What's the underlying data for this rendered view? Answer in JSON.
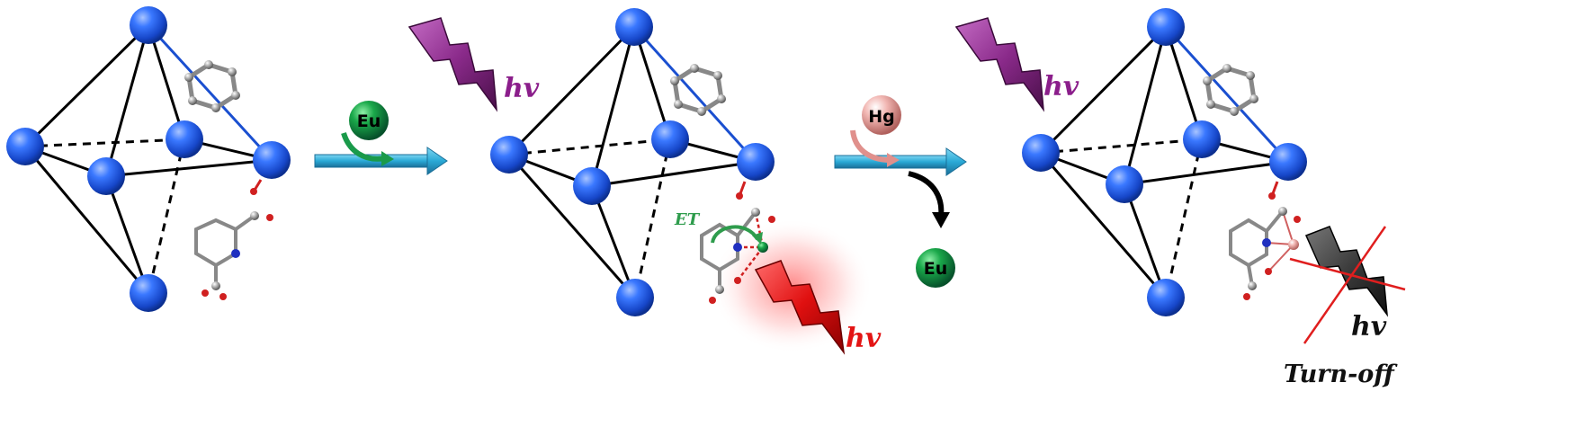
{
  "labels": {
    "hv_1": "hv",
    "hv_2": "hv",
    "hv_3": "hv",
    "hv_4": "hv",
    "et": "ET",
    "eu_in": "Eu",
    "hg_in": "Hg",
    "eu_out": "Eu",
    "turn_off": "Turn-off"
  },
  "colors": {
    "node_blue": "#1f5fe0",
    "bond_black": "#000000",
    "arrow_cyan": "#2aa9d6",
    "bolt_purple": "#8a2a8a",
    "bolt_red": "#e01010",
    "bolt_gray": "#3c3c3c",
    "eu_green": "#0f8a3a",
    "hg_pink": "#e6a2a0",
    "hv_purple": "#8b1e8b",
    "hv_red": "#e31414",
    "hv_black": "#111111",
    "et_green": "#2e9c4c",
    "cross_red": "#e01e1e"
  },
  "icons": {
    "bolt": "lightning-bolt-icon",
    "ion": "metal-ion-sphere",
    "arrow": "reaction-arrow"
  }
}
